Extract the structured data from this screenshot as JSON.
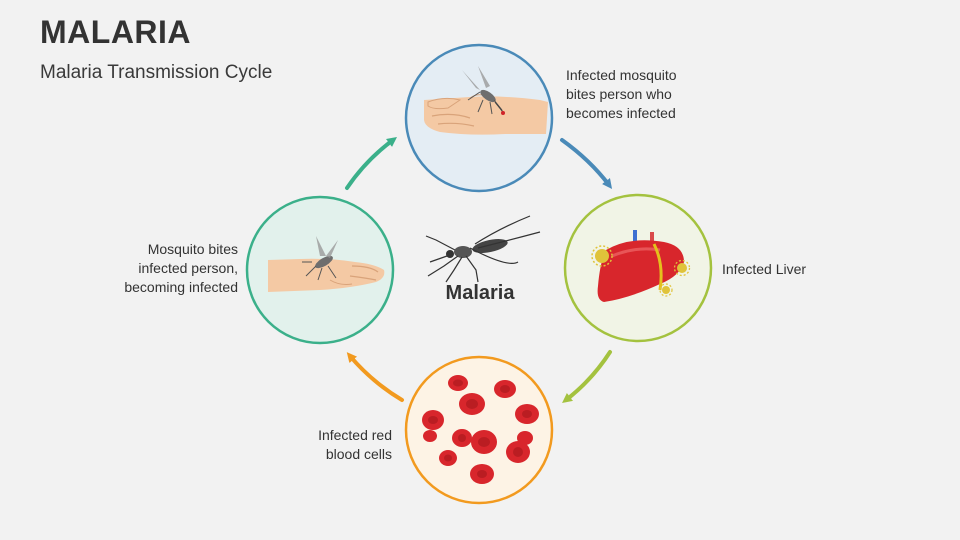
{
  "title": "MALARIA",
  "subtitle": "Malaria Transmission Cycle",
  "center_label": "Malaria",
  "steps": [
    {
      "id": "top",
      "label_lines": [
        "Infected mosquito",
        "bites person who",
        "becomes infected"
      ],
      "ring_color": "#4a8ab8",
      "fill_color": "#e4edf4",
      "icon": "mosquito-on-hand-icon"
    },
    {
      "id": "right",
      "label_lines": [
        "Infected Liver"
      ],
      "ring_color": "#a4c23f",
      "fill_color": "#f1f4e6",
      "icon": "liver-icon"
    },
    {
      "id": "bottom",
      "label_lines": [
        "Infected red",
        "blood cells"
      ],
      "ring_color": "#f29a1f",
      "fill_color": "#fdf3e5",
      "icon": "red-blood-cells-icon"
    },
    {
      "id": "left",
      "label_lines": [
        "Mosquito bites",
        "infected person,",
        "becoming infected"
      ],
      "ring_color": "#3bb08a",
      "fill_color": "#e2f1ec",
      "icon": "mosquito-on-arm-icon"
    }
  ],
  "arrows": [
    {
      "from": "top",
      "to": "right",
      "color": "#4a8ab8"
    },
    {
      "from": "right",
      "to": "bottom",
      "color": "#a4c23f"
    },
    {
      "from": "bottom",
      "to": "left",
      "color": "#f29a1f"
    },
    {
      "from": "left",
      "to": "top",
      "color": "#3bb08a"
    }
  ]
}
